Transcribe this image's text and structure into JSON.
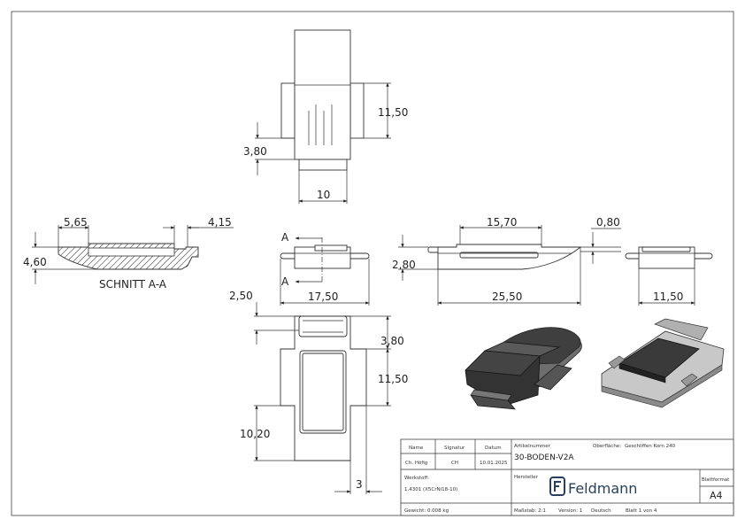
{
  "dimensions": {
    "top_height": "11,50",
    "top_tab": "3,80",
    "top_width": "10",
    "section_left": "5,65",
    "section_right": "4,15",
    "section_height": "4,60",
    "section_label": "SCHNITT A-A",
    "front_width": "17,50",
    "front_marker_top": "A",
    "front_marker_bottom": "A",
    "side_top": "15,70",
    "side_right": "0,80",
    "side_height": "2,80",
    "side_length": "25,50",
    "end_width": "11,50",
    "plan_left": "2,50",
    "plan_tab": "3,80",
    "plan_height": "11,50",
    "plan_lower": "10,20",
    "plan_bottom": "3"
  },
  "title_block": {
    "name_header": "Name",
    "signature_header": "Signatur",
    "date_header": "Datum",
    "name_value": "Ch. Höfig",
    "signature_value": "CH",
    "date_value": "10.01.2025",
    "article_label": "Artikelnummer",
    "article_number": "30-BODEN-V2A",
    "surface_label": "Oberfläche:",
    "surface_value": "Geschliffen Korn 240",
    "material_label": "Werkstoff:",
    "material_value": "1.4301 (X5CrNi18-10)",
    "manufacturer_label": "Hersteller",
    "brand_name": "Feldmann",
    "format_label": "Blattformat",
    "format_value": "A4",
    "weight": "Gewicht: 0.008 kg",
    "scale": "Maßstab: 2:1",
    "version": "Version: 1",
    "language": "Deutsch",
    "sheet": "Blatt 1 von 4"
  }
}
